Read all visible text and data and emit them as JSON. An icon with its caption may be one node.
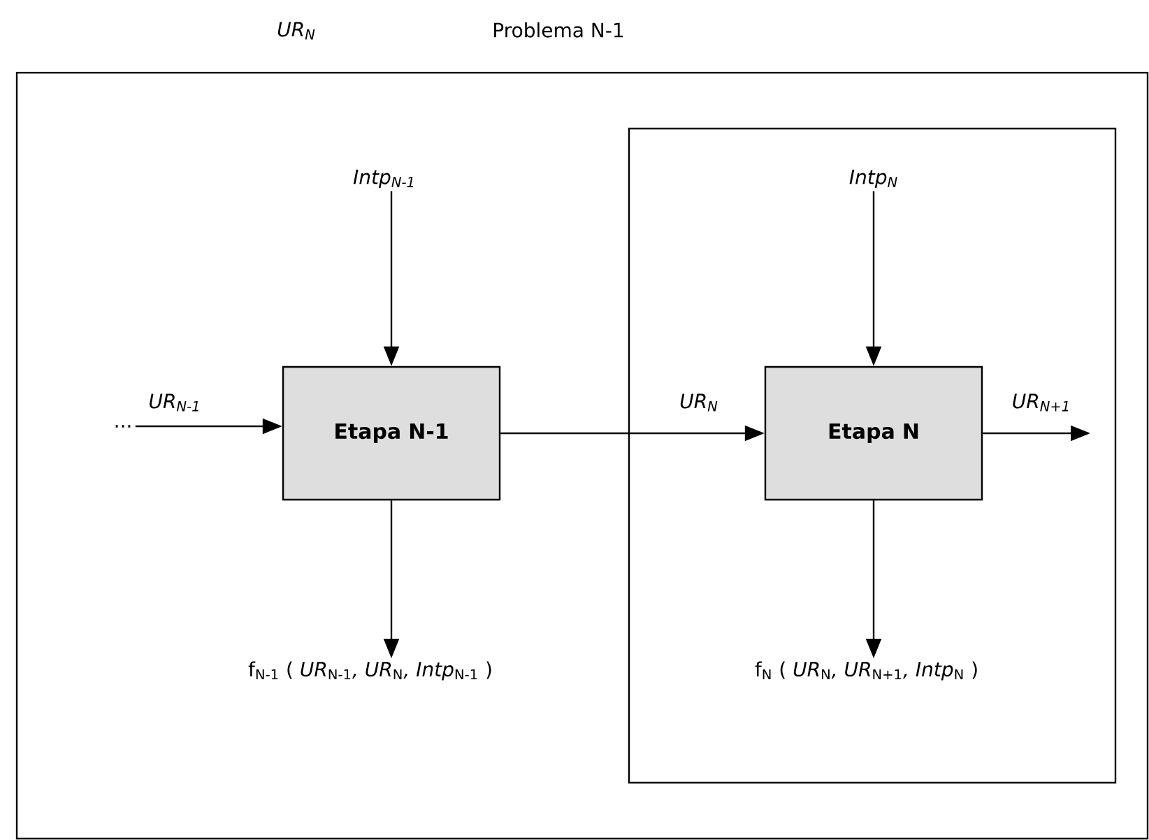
{
  "diagram": {
    "nodes": [
      {
        "text": [
          "Problema N-1"
        ]
      },
      {
        "text": [],
        "shape": "box",
        "in": 0
      },
      {
        "text": [
          "Intp$_{N-1}$"
        ],
        "in": 0
      },
      {
        "text": [
          "Etapa N-1"
        ],
        "in": 0
      },
      {
        "text": [
          "f$_{N-1}$ ( *UR*$_{N-1}$*, UR*$_{N}$*, Intp*$_{N-1}$ )"
        ],
        "in": 0
      },
      {
        "text": [
          "..."
        ],
        "in": 0
      },
      {
        "text": [
          "Intp$_{N}$"
        ],
        "in": 1
      },
      {
        "text": [
          "Etapa N"
        ],
        "in": 1
      },
      {
        "text": [
          "f$_{N}$ ( *UR*$_{N}$*, UR*$_{N+1}$*, Intp*$_{N}$ )"
        ],
        "in": 1
      }
    ],
    "edges": [
      {
        "from": 2,
        "to": 3,
        "arrow": "to"
      },
      {
        "from": 3,
        "to": 4,
        "arrow": "to"
      },
      {
        "from": 5,
        "to": 3,
        "arrow": "to",
        "label": "UR$_{N-1}$"
      },
      {
        "from": 3,
        "to": 7,
        "arrow": "to",
        "label": "UR$_{N}$"
      },
      {
        "from": 6,
        "to": 7,
        "arrow": "to"
      },
      {
        "from": 7,
        "to": 8,
        "arrow": "to"
      },
      {
        "from": 7,
        "to": null,
        "arrow": "to",
        "label": "UR$_{N+1}$"
      }
    ],
    "labels": [
      "UR$_{N}$"
    ]
  }
}
